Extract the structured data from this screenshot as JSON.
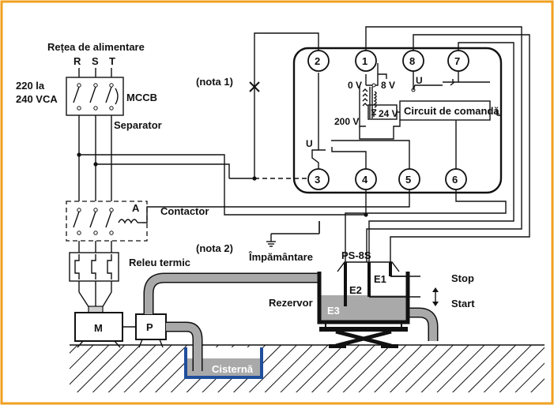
{
  "colors": {
    "border": "#f0a020",
    "water": "#a9a9a9",
    "cistern_wall": "#1f4e9c",
    "pipe": "#a9a9a9",
    "stroke": "#111111"
  },
  "labels": {
    "supply_network": "Rețea de alimentare",
    "phase_r": "R",
    "phase_s": "S",
    "phase_t": "T",
    "voltage_line1": "220 la",
    "voltage_line2": "240 VCA",
    "mccb": "MCCB",
    "separator": "Separator",
    "note1": "(nota 1)",
    "contactor": "Contactor",
    "contactor_coil": "A",
    "note2": "(nota 2)",
    "ground": "Împământare",
    "ps8s": "PS-8S",
    "thermal_relay": "Releu termic",
    "motor": "M",
    "pump": "P",
    "tank": "Rezervor",
    "cistern": "Cisternă",
    "stop": "Stop",
    "start": "Start",
    "electrode_e1": "E1",
    "electrode_e2": "E2",
    "electrode_e3": "E3",
    "relay_u_top": "U",
    "relay_u_right": "U",
    "relay_u_left": "U",
    "v0": "0 V",
    "v8": "8 V",
    "v24": "24 V",
    "v200": "200 V",
    "control_circuit": "Circuit de comandă"
  },
  "terminals": [
    "1",
    "2",
    "3",
    "4",
    "5",
    "6",
    "7",
    "8"
  ]
}
